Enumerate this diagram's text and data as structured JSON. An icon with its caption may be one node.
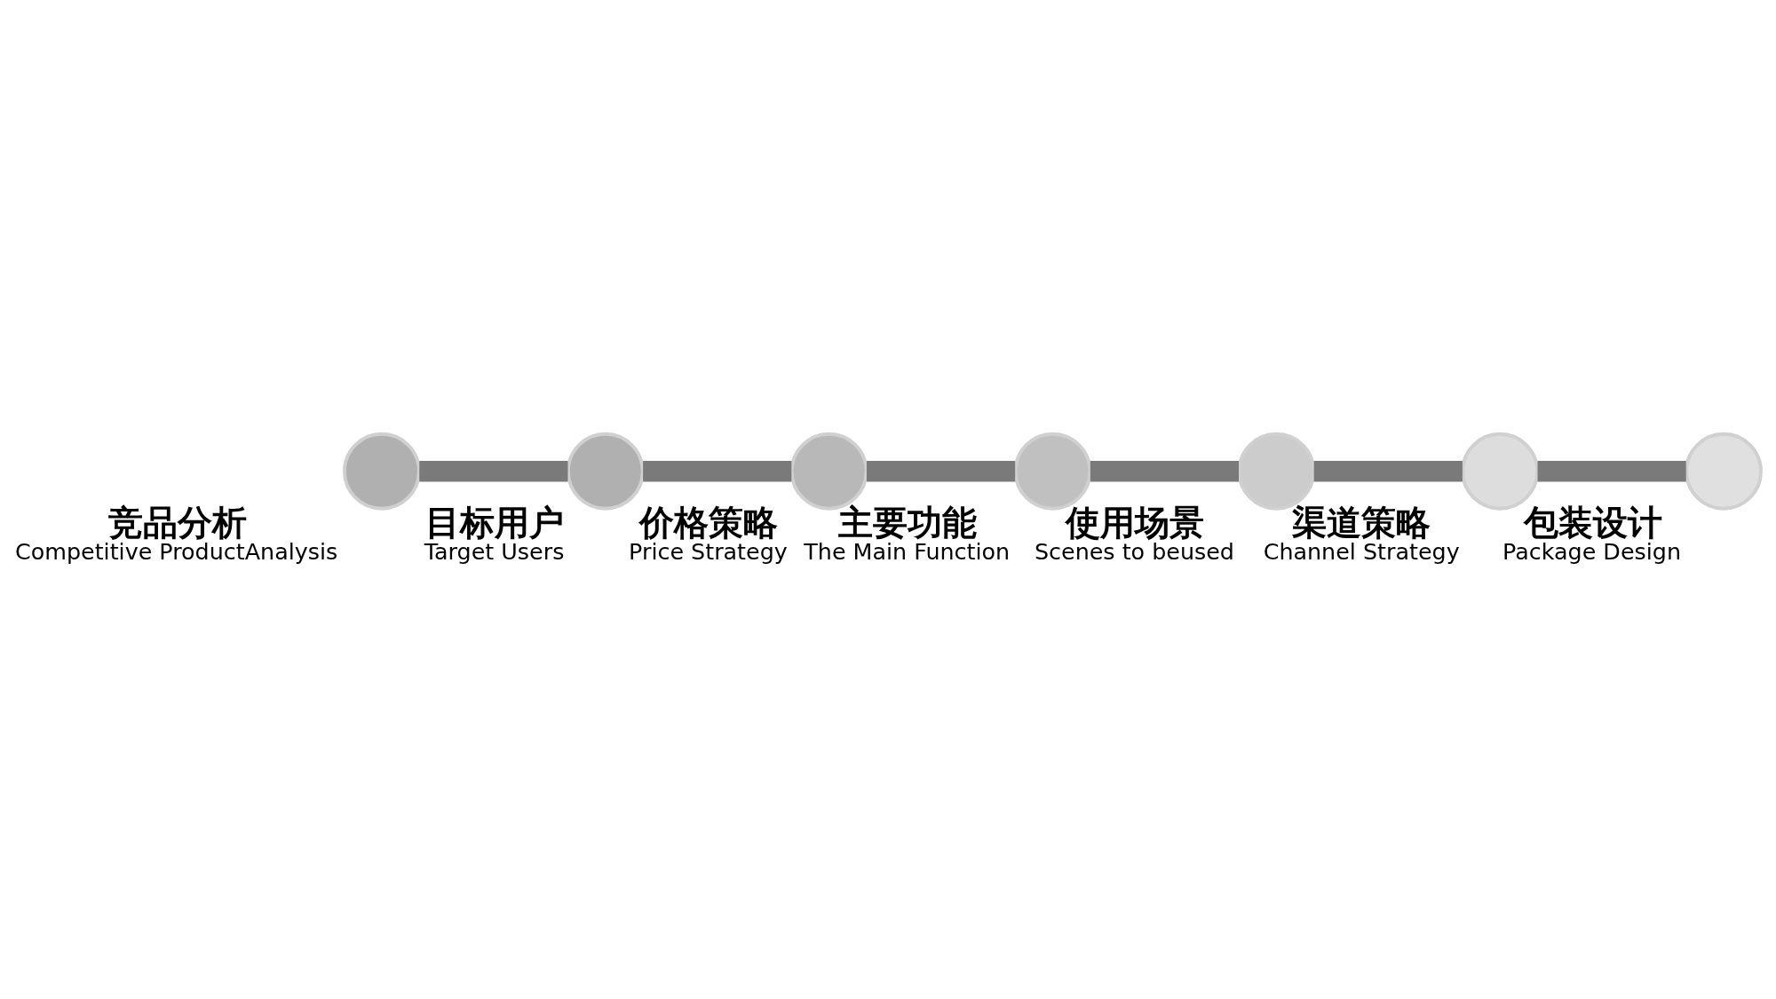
{
  "diagram": {
    "nodes": [
      {
        "text": [],
        "shape": "circle",
        "beside": [
          "竞品分析",
          "Competitive ProductAnalysis"
        ]
      },
      {
        "text": [],
        "shape": "circle",
        "beside": [
          "目标用户",
          "Target Users"
        ]
      },
      {
        "text": [],
        "shape": "circle",
        "beside": [
          "价格策略",
          "Price Strategy"
        ]
      },
      {
        "text": [],
        "shape": "circle",
        "beside": [
          "主要功能",
          "The Main Function"
        ]
      },
      {
        "text": [],
        "shape": "circle",
        "beside": [
          "使用场景",
          "Scenes to beused"
        ]
      },
      {
        "text": [],
        "shape": "circle",
        "beside": [
          "渠道策略",
          "Channel Strategy"
        ]
      },
      {
        "text": [],
        "shape": "circle",
        "beside": [
          "包装设计",
          "Package Design"
        ]
      }
    ],
    "edges": [
      {
        "from": 0,
        "to": 1,
        "arrow": "none"
      },
      {
        "from": 1,
        "to": 2,
        "arrow": "none"
      },
      {
        "from": 2,
        "to": 3,
        "arrow": "none"
      },
      {
        "from": 3,
        "to": 4,
        "arrow": "none"
      },
      {
        "from": 4,
        "to": 5,
        "arrow": "none"
      },
      {
        "from": 5,
        "to": 6,
        "arrow": "none"
      }
    ]
  }
}
